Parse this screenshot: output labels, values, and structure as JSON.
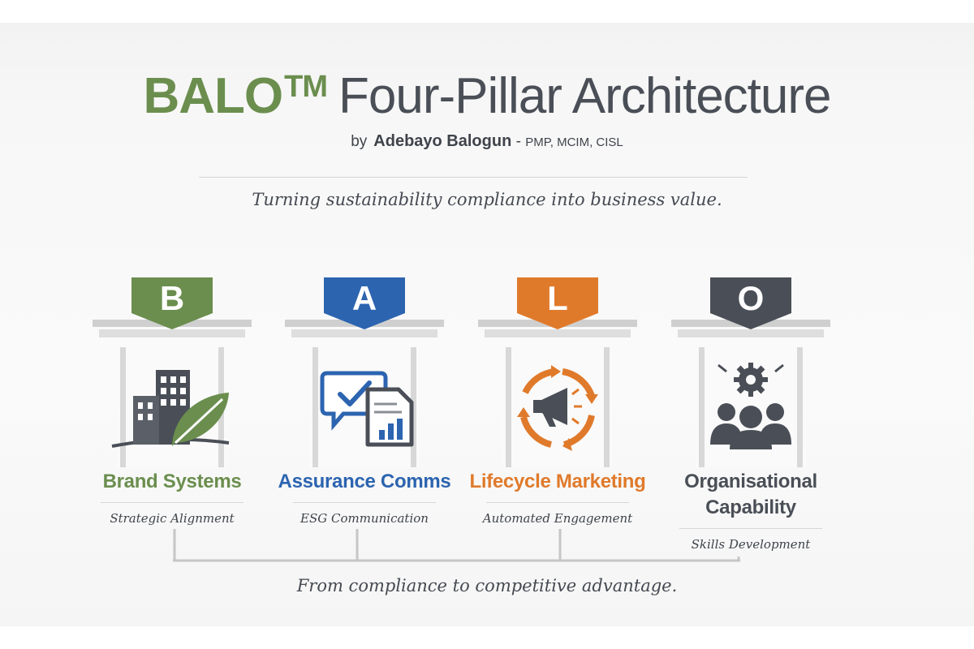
{
  "title": {
    "brand": "BALO",
    "tm": "TM",
    "rest": "Four-Pillar Architecture"
  },
  "byline": {
    "by": "by",
    "author": "Adebayo Balogun",
    "dash": "-",
    "credentials": "PMP, MCIM, CISL"
  },
  "tagline": "Turning sustainability compliance into business value.",
  "pillars": [
    {
      "letter": "B",
      "name": "Brand Systems",
      "subtitle": "Strategic Alignment",
      "color": "#6b8e4e",
      "icon": "buildings-leaf-icon"
    },
    {
      "letter": "A",
      "name": "Assurance Comms",
      "subtitle": "ESG Communication",
      "color": "#2c64b0",
      "icon": "chat-report-icon"
    },
    {
      "letter": "L",
      "name": "Lifecycle Marketing",
      "subtitle": "Automated Engagement",
      "color": "#e07a2b",
      "icon": "megaphone-cycle-icon"
    },
    {
      "letter": "O",
      "name": "Organisational Capability",
      "subtitle": "Skills Development",
      "color": "#4a4f57",
      "icon": "team-gear-icon"
    }
  ],
  "footer": "From compliance to competitive advantage.",
  "colors": {
    "green": "#6b8e4e",
    "blue": "#2c64b0",
    "orange": "#e07a2b",
    "charcoal": "#4a4f57",
    "text": "#3f444b"
  }
}
